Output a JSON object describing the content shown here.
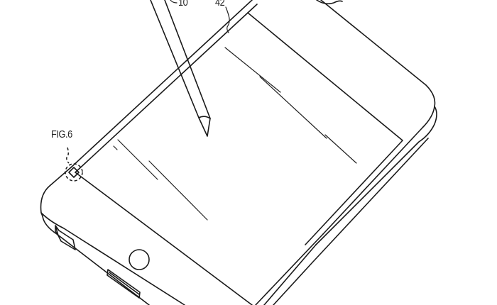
{
  "figure": {
    "type": "patent-line-drawing",
    "subject": "tablet device with stylus",
    "line_color": "#1a1a1a",
    "background": "#ffffff"
  },
  "labels": {
    "stylus_ref": "10",
    "screen_edge_ref": "42",
    "detail_callout": "FIG.6"
  },
  "parts": [
    {
      "name": "stylus",
      "ref": "10"
    },
    {
      "name": "cover-glass-edge",
      "ref": "42"
    },
    {
      "name": "corner-detail",
      "ref": "FIG.6"
    },
    {
      "name": "home-button"
    },
    {
      "name": "side-port"
    },
    {
      "name": "speaker-grille"
    }
  ]
}
